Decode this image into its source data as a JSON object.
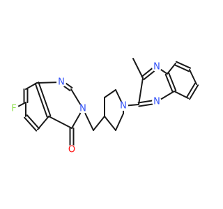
{
  "atom_labels": {
    "fluorine": "F",
    "nitrogen_n1": "N",
    "nitrogen_n3": "N",
    "oxygen": "O",
    "nitrogen_piperidine": "N",
    "nitrogen_qx_a": "N",
    "nitrogen_qx_b": "N"
  },
  "colors": {
    "bond": "#1a1a1a",
    "nitrogen": "#3050f8",
    "oxygen": "#ff0d0d",
    "fluorine": "#90e050",
    "background": "#ffffff"
  }
}
